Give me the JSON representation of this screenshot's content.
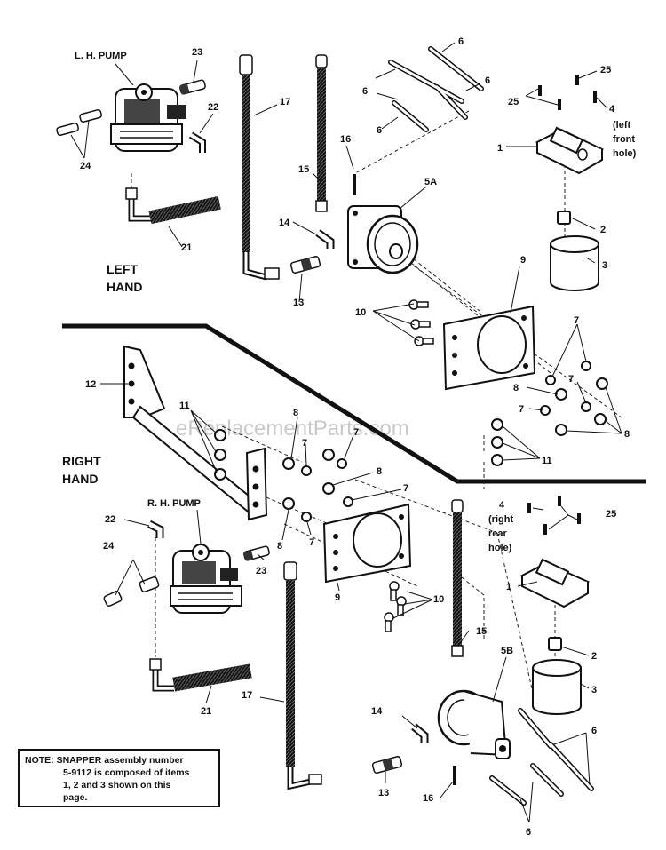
{
  "watermark": "eReplacementParts.com",
  "sections": {
    "left_line1": "LEFT",
    "left_line2": "HAND",
    "right_line1": "RIGHT",
    "right_line2": "HAND"
  },
  "titles": {
    "lh_pump": "L. H. PUMP",
    "rh_pump": "R. H. PUMP"
  },
  "notes": {
    "left_front_1": "(left",
    "left_front_2": "front",
    "left_front_3": "hole)",
    "right_rear_1": "(right",
    "right_rear_2": "rear",
    "right_rear_3": "hole)"
  },
  "callouts": {
    "c1a": "1",
    "c1b": "1",
    "c2a": "2",
    "c2b": "2",
    "c3a": "3",
    "c3b": "3",
    "c4a": "4",
    "c4b": "4",
    "c5a": "5A",
    "c5b": "5B",
    "c6a": "6",
    "c6b": "6",
    "c6c": "6",
    "c6d": "6",
    "c6e": "6",
    "c6f": "6",
    "c7a": "7",
    "c7b": "7",
    "c7c": "7",
    "c7d": "7",
    "c7e": "7",
    "c7f": "7",
    "c7g": "7",
    "c8a": "8",
    "c8b": "8",
    "c8c": "8",
    "c8d": "8",
    "c8e": "8",
    "c9a": "9",
    "c9b": "9",
    "c10a": "10",
    "c10b": "10",
    "c11a": "11",
    "c11b": "11",
    "c12": "12",
    "c13a": "13",
    "c13b": "13",
    "c14a": "14",
    "c14b": "14",
    "c15a": "15",
    "c15b": "15",
    "c16a": "16",
    "c16b": "16",
    "c17a": "17",
    "c17b": "17",
    "c21a": "21",
    "c21b": "21",
    "c22a": "22",
    "c22b": "22",
    "c23a": "23",
    "c23b": "23",
    "c24a": "24",
    "c24b": "24",
    "c25a": "25",
    "c25b": "25",
    "c25c": "25"
  },
  "note_box": {
    "line1": "NOTE: SNAPPER assembly number",
    "line2": "5-9112 is composed of items",
    "line3": "1, 2 and 3 shown on this",
    "line4": "page."
  }
}
